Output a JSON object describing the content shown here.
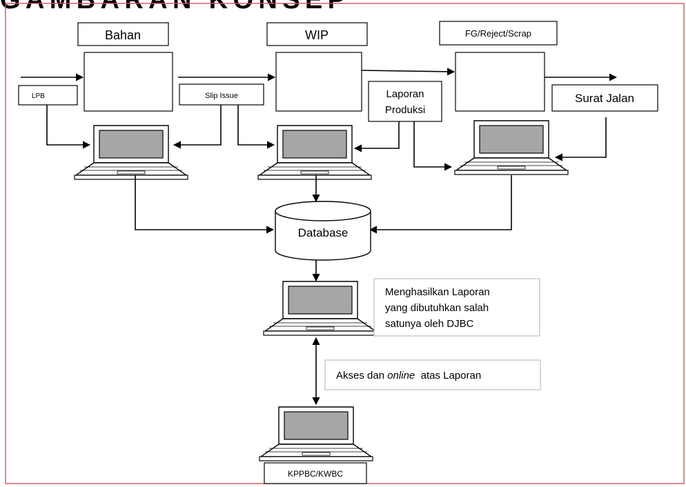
{
  "header_title": "GAMBARAN KONSEP",
  "colors": {
    "frame": "#d9534f",
    "line": "#000000",
    "note_border": "#bfbfbf",
    "screen": "#a6a6a6"
  },
  "labels": {
    "bahan": "Bahan",
    "wip": "WIP",
    "fg": "FG/Reject/Scrap",
    "lpb": "LPB",
    "slip_issue": "Slip  Issue",
    "laporan_line1": "Laporan",
    "laporan_line2": "Produksi",
    "surat_jalan": "Surat Jalan",
    "database": "Database",
    "output_line1": "Menghasilkan Laporan",
    "output_line2": "yang dibutuhkan salah",
    "output_line3": "satunya oleh DJBC",
    "akses_pre": "Akses dan ",
    "akses_em": "online",
    "akses_post": "  atas Laporan",
    "kppbc": "KPPBC/KWBC"
  },
  "icons": [
    "laptop-icon",
    "database-cylinder-icon",
    "arrow-icon"
  ]
}
